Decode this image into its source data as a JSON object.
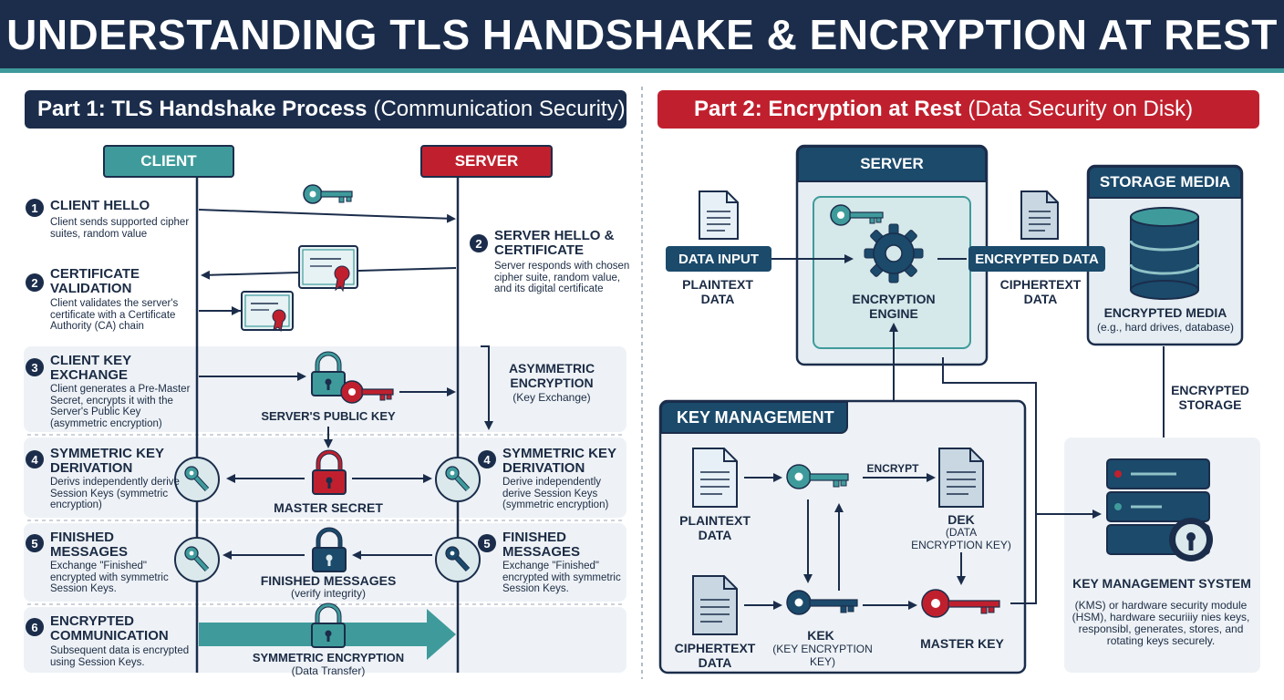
{
  "title": "UNDERSTANDING TLS HANDSHAKE & ENCRYPTION AT REST",
  "part1": {
    "label_bold": "Part 1: TLS Handshake Process",
    "label_rest": "(Communication Security)",
    "client": "CLIENT",
    "server": "SERVER",
    "steps": [
      {
        "num": "1",
        "title": "CLIENT HELLO",
        "desc": "Client sends supported cipher suites, random value"
      },
      {
        "num": "2",
        "title": "CERTIFICATE VALIDATION",
        "desc": "Client validates the server's certificate with a Certificate Authority (CA) chain"
      },
      {
        "num": "3",
        "title": "CLIENT KEY EXCHANGE",
        "desc": "Client generates a Pre-Master Secret, encrypts it with the Server's Public Key (asymmetric encryption)"
      },
      {
        "num": "4",
        "title": "SYMMETRIC KEY DERIVATION",
        "desc": "Derivs independently derive Session Keys (symmetric encryption)"
      },
      {
        "num": "5",
        "title": "FINISHED MESSAGES",
        "desc": "Exchange \"Finished\" encrypted with symmetric Session Keys."
      },
      {
        "num": "6",
        "title": "ENCRYPTED COMMUNICATION",
        "desc": "Subsequent data is encrypted using Session Keys."
      }
    ],
    "server_steps": [
      {
        "num": "2",
        "title": "SERVER HELLO & CERTIFICATE",
        "desc": "Server responds with chosen cipher suite, random value, and its digital certificate"
      },
      {
        "num": "4",
        "title": "SYMMETRIC KEY DERIVATION",
        "desc": "Derive independently derive Session Keys (symmetric encryption)"
      },
      {
        "num": "5",
        "title": "FINISHED MESSAGES",
        "desc": "Exchange \"Finished\" encrypted with symmetric Session Keys."
      }
    ],
    "asym_title": "ASYMMETRIC ENCRYPTION",
    "asym_sub": "(Key Exchange)",
    "servers_public_key": "SERVER'S PUBLIC KEY",
    "master_secret": "MASTER SECRET",
    "finished_messages": "FINISHED MESSAGES",
    "verify_integrity": "(verify integrity)",
    "symmetric_encryption": "SYMMETRIC ENCRYPTION",
    "data_transfer": "(Data Transfer)"
  },
  "part2": {
    "label_bold": "Part 2: Encryption at Rest",
    "label_rest": "(Data Security on Disk)",
    "server": "SERVER",
    "storage_media": "STORAGE MEDIA",
    "data_input": "DATA INPUT",
    "plaintext_data": "PLAINTEXT DATA",
    "encryption_engine": "ENCRYPTION ENGINE",
    "encrypted_data": "ENCRYPTED DATA",
    "ciphertext_data": "CIPHERTEXT DATA",
    "encrypted_media": "ENCRYPTED MEDIA",
    "encrypted_media_sub": "(e.g., hard drives, database)",
    "encrypted_storage": "ENCRYPTED STORAGE",
    "key_management": "KEY MANAGEMENT",
    "km_plaintext": "PLAINTEXT DATA",
    "km_ciphertext": "CIPHERTEXT DATA",
    "encrypt": "ENCRYPT",
    "dek": "DEK",
    "dek_sub": "(DATA ENCRYPTION KEY)",
    "kek": "KEK",
    "kek_sub": "(KEY ENCRYPTION KEY)",
    "master_key": "MASTER KEY",
    "kms_title": "KEY MANAGEMENT SYSTEM",
    "kms_desc": "(KMS) or hardware security module (HSM), hardware securiiiy nies keys, responsibl, generates, stores, and rotating keys securely."
  },
  "colors": {
    "navy": "#1b2d4b",
    "teal": "#3f9b9b",
    "red": "#c0202e",
    "band": "#eef2f6"
  }
}
